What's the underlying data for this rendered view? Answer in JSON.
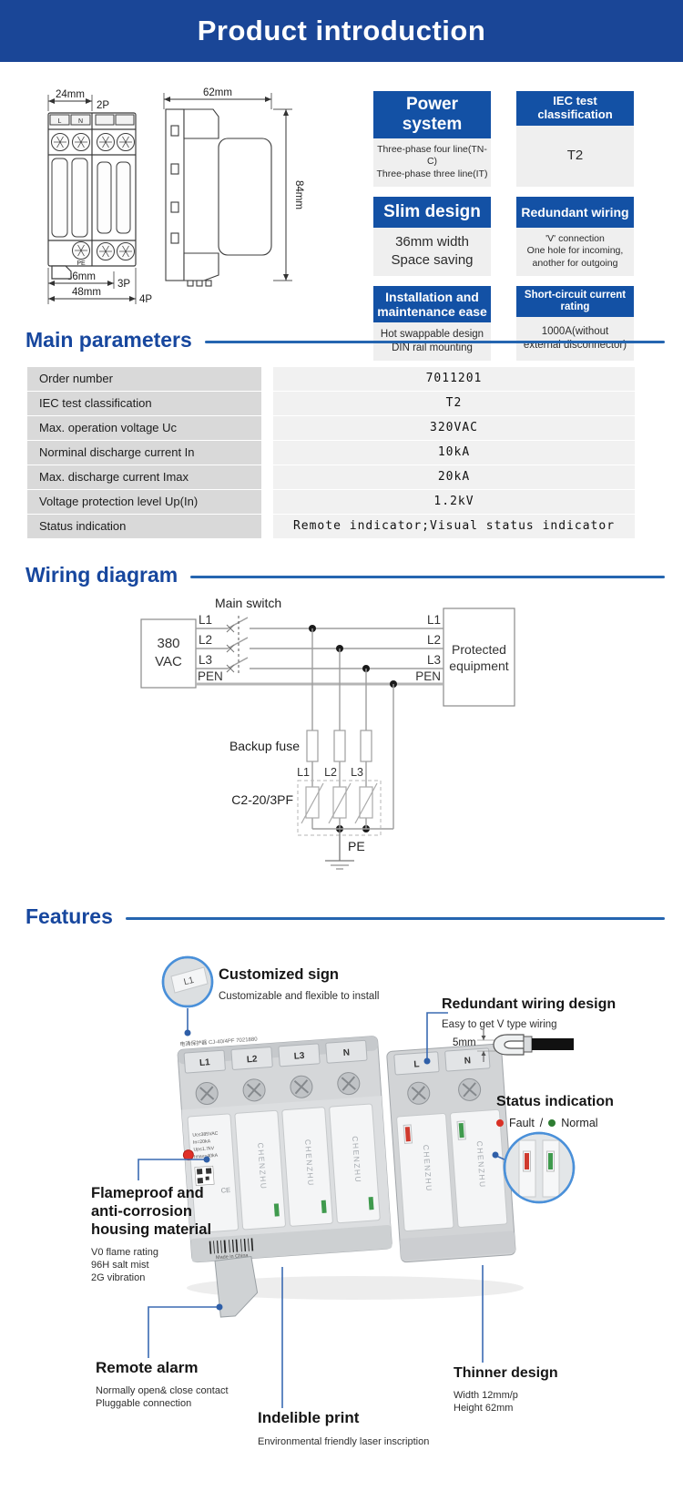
{
  "header": {
    "title": "Product introduction",
    "bg_color": "#1a4697"
  },
  "colors": {
    "accent_blue": "#1351a5",
    "section_blue": "#17479e",
    "rule_blue": "#2565b0",
    "connector_blue": "#3a6ab2",
    "fault_red": "#d93025",
    "normal_green": "#2e7d32"
  },
  "tech_drawing": {
    "front": {
      "dim_24": "24mm",
      "tag_2p": "2P",
      "dim_36": "36mm",
      "tag_3p": "3P",
      "dim_48": "48mm",
      "tag_4p": "4P",
      "label_l": "L",
      "label_n": "N",
      "label_pe": "PE"
    },
    "side": {
      "dim_62": "62mm",
      "dim_84": "84mm"
    }
  },
  "feature_boxes": {
    "power_system": {
      "title": "Power system",
      "line1": "Three-phase four line(TN-C)",
      "line2": "Three-phase three line(IT)"
    },
    "iec": {
      "title": "IEC test classification",
      "line1": "T2"
    },
    "slim": {
      "title": "Slim design",
      "line1": "36mm width",
      "line2": "Space saving"
    },
    "redundant": {
      "title": "Redundant wiring",
      "line1": "'V' connection",
      "line2": "One hole for incoming,",
      "line3": "another for outgoing"
    },
    "install": {
      "title": "Installation and maintenance ease",
      "line1": "Hot swappable design",
      "line2": "DIN rail mounting"
    },
    "short_circuit": {
      "title": "Short-circuit current rating",
      "line1": "1000A(without",
      "line2": "external disconnector)"
    }
  },
  "main_parameters": {
    "title": "Main parameters",
    "rows": [
      {
        "label": "Order number",
        "value": "7011201"
      },
      {
        "label": "IEC test classification",
        "value": "T2"
      },
      {
        "label": "Max. operation voltage Uc",
        "value": "320VAC"
      },
      {
        "label": "Norminal discharge current In",
        "value": "10kA"
      },
      {
        "label": "Max. discharge current Imax",
        "value": "20kA"
      },
      {
        "label": "Voltage protection level Up(In)",
        "value": "1.2kV"
      },
      {
        "label": "Status indication",
        "value": "Remote indicator;Visual status indicator"
      }
    ]
  },
  "wiring": {
    "title": "Wiring diagram",
    "source_line1": "380",
    "source_line2": "VAC",
    "main_switch": "Main switch",
    "backup_fuse": "Backup fuse",
    "model": "C2-20/3PF",
    "pe": "PE",
    "protected_line1": "Protected",
    "protected_line2": "equipment",
    "left_labels": [
      "L1",
      "L2",
      "L3",
      "PEN"
    ],
    "right_labels": [
      "L1",
      "L2",
      "L3",
      "PEN"
    ],
    "fuse_labels": [
      "L1",
      "L2",
      "L3"
    ]
  },
  "features": {
    "title": "Features",
    "customized_sign": {
      "title": "Customized sign",
      "desc": "Customizable and flexible to install",
      "tag": "L1"
    },
    "redundant_design": {
      "title": "Redundant wiring design",
      "desc": "Easy to get V type wiring",
      "dim": "5mm"
    },
    "status": {
      "title": "Status indication",
      "fault": "Fault",
      "slash": "/",
      "normal": "Normal"
    },
    "flameproof": {
      "title": "Flameproof and anti-corrosion housing material",
      "line1": "V0 flame rating",
      "line2": "96H salt mist",
      "line3": "2G vibration"
    },
    "remote_alarm": {
      "title": "Remote alarm",
      "line1": "Normally open& close contact",
      "line2": "Pluggable connection"
    },
    "indelible": {
      "title": "Indelible print",
      "desc": "Environmental friendly laser inscription"
    },
    "thinner": {
      "title": "Thinner design",
      "line1": "Width 12mm/p",
      "line2": "Height 62mm"
    }
  },
  "device": {
    "brand": "CHENZHU",
    "top_label": "电涌保护器 CJ-40/4PF 7021880",
    "made_in": "Made in China",
    "ce": "CE",
    "spec_line1": "Uc≤385VAC",
    "spec_line2": "In=20kA",
    "spec_line3": "Up≤1.7kV",
    "spec_line4": "Imax=40kA",
    "terminals_left": [
      "L1",
      "L2",
      "L3",
      "N"
    ],
    "terminals_right": [
      "L",
      "N"
    ]
  }
}
